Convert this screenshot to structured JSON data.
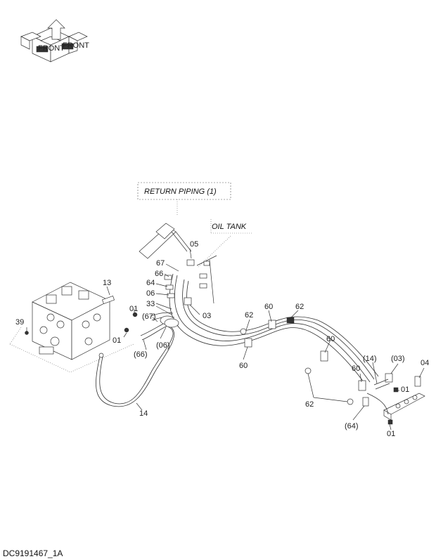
{
  "orientation_badge": {
    "icon": "machine-orientation-icon",
    "labels": [
      "FRONT",
      "FRONT"
    ]
  },
  "callouts": {
    "return_piping": "RETURN PIPING (1)",
    "oil_tank": "OIL TANK"
  },
  "parts": {
    "p05": "05",
    "p67": "67",
    "p66": "66",
    "p64": "64",
    "p06": "06",
    "p33": "33",
    "p03": "03",
    "p13": "13",
    "p01a": "01",
    "p67b": "(67)",
    "p01b": "01",
    "p06b": "(06)",
    "p66b": "(66)",
    "p39": "39",
    "p62a": "62",
    "p60a": "60",
    "p62b": "62",
    "p60b": "60",
    "p60c": "60",
    "p60d": "60",
    "p14a": "(14)",
    "p03b": "(03)",
    "p04": "04",
    "p01c": "01",
    "p62c": "62",
    "p64b": "(64)",
    "p01d": "01",
    "p14b": "14"
  },
  "drawing_code": "DC9191467_1A"
}
